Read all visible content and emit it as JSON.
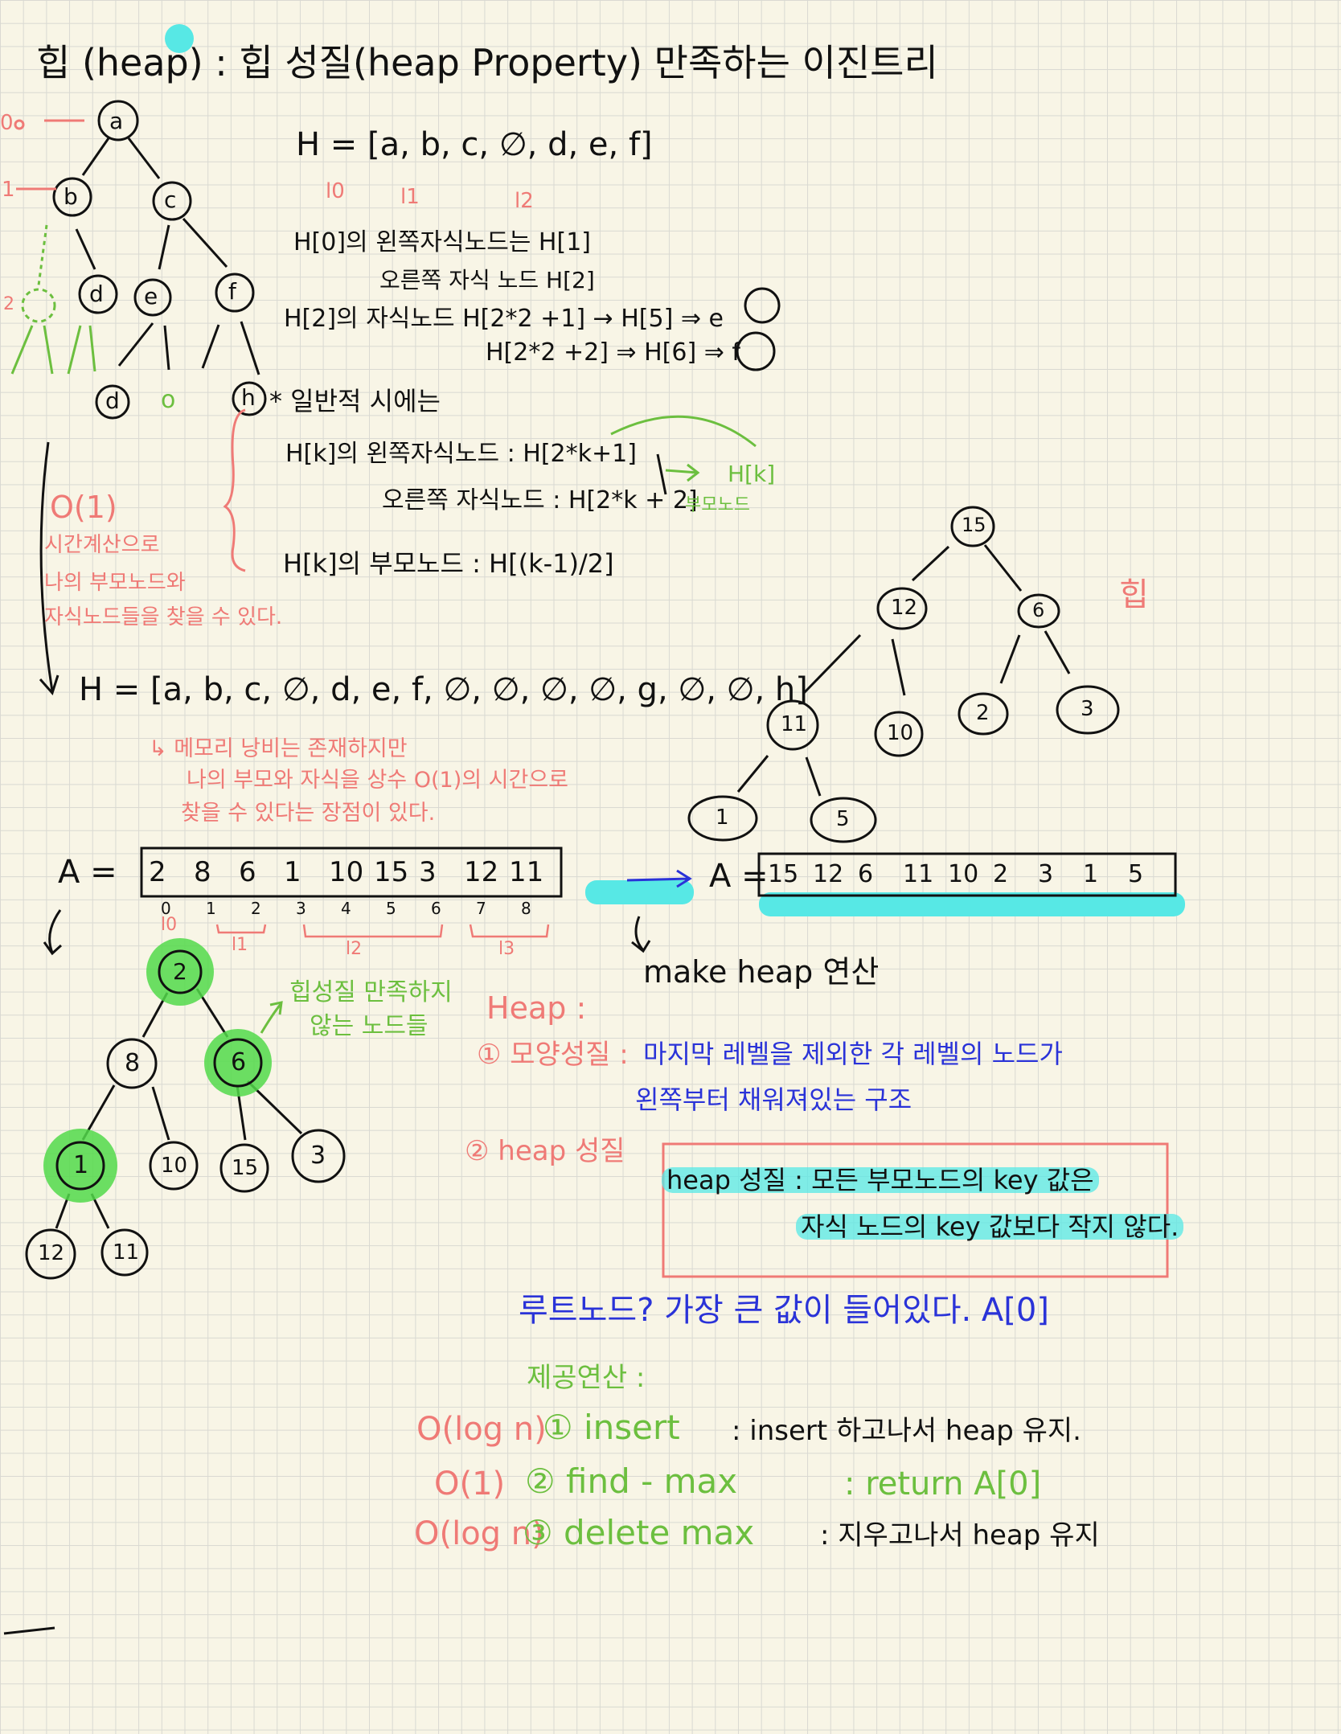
{
  "colors": {
    "paper": "#f8f5e6",
    "grid": "#d9d9d2",
    "ink": "#111111",
    "red": "#ef7a76",
    "green": "#6cbf3f",
    "blue": "#2a33d8",
    "highlight": "#57e8e5",
    "node_highlight": "#52d94a"
  },
  "title": "힙 (heap) : 힙 성질(heap Property) 만족하는 이진트리",
  "tree1": {
    "nodes": [
      "a",
      "b",
      "c",
      "d",
      "e",
      "f",
      "d",
      "o",
      "h"
    ],
    "level_marks": [
      "0",
      "1",
      "2"
    ]
  },
  "array_H1": {
    "text": "H = [a, b, c, ∅, d, e, f]",
    "levels": [
      "l0",
      "l1",
      "l2"
    ]
  },
  "index_notes": [
    "H[0]의 왼쪽자식노드는 H[1]",
    "오른쪽 자식 노드 H[2]",
    "H[2]의 자식노드  H[2*2 +1] → H[5] ⇒ e",
    "H[2*2 +2] ⇒ H[6] ⇒ f"
  ],
  "formula_header": "* 일반적 시에는",
  "formulas": [
    "H[k]의 왼쪽자식노드 : H[2*k+1]",
    "오른쪽 자식노드 : H[2*k + 2]",
    "H[k]의 부모노드 : H[(k-1)/2]"
  ],
  "parent_note": {
    "target": "H[k]",
    "label": "부모노드"
  },
  "o1_note": [
    "O(1)",
    "시간계산으로",
    "나의 부모노드와",
    "자식노드들을 찾을 수 있다."
  ],
  "array_H2": "H = [a, b, c, ∅, d, e, f, ∅, ∅, ∅, ∅, g, ∅, ∅, h]",
  "memory_note": [
    "↳ 메모리 낭비는 존재하지만",
    "나의 부모와 자식을 상수 O(1)의 시간으로",
    "찾을 수 있다는 장점이 있다."
  ],
  "array_A": {
    "label": "A =",
    "values": [
      "2",
      "8",
      "6",
      "1",
      "10",
      "15",
      "3",
      "12",
      "11"
    ],
    "indices": [
      "0",
      "1",
      "2",
      "3",
      "4",
      "5",
      "6",
      "7",
      "8"
    ],
    "levels": [
      "l0",
      "l1",
      "l2",
      "l3"
    ]
  },
  "array_A_heap": {
    "label": "A =",
    "values": [
      "15",
      "12",
      "6",
      "11",
      "10",
      "2",
      "3",
      "1",
      "5"
    ]
  },
  "tree_A_nodes": [
    "2",
    "8",
    "6",
    "1",
    "10",
    "15",
    "3",
    "12",
    "11"
  ],
  "tree_heap_nodes": [
    "15",
    "12",
    "6",
    "11",
    "10",
    "2",
    "3",
    "1",
    "5"
  ],
  "heap_tag": "힙",
  "make_heap": "make heap 연산",
  "leaf_note": [
    "힙성질 만족하지",
    "않는 노드들"
  ],
  "heap_header": "Heap :",
  "shape_property": {
    "title": "① 모양성질 :",
    "line1": "마지막 레벨을 제외한 각 레벨의 노드가",
    "line2": "왼쪽부터 채워져있는 구조"
  },
  "heap_property": {
    "title": "② heap 성질",
    "line1": "heap 성질 : 모든 부모노드의 key 값은",
    "line2": "자식 노드의 key 값보다 작지 않다."
  },
  "root_note": "루트노드? 가장 큰 값이 들어있다. A[0]",
  "ops_header": "제공연산 :",
  "ops": [
    {
      "complexity": "O(log n)",
      "name": "① insert",
      "desc": ": insert 하고나서 heap 유지."
    },
    {
      "complexity": "O(1)",
      "name": "② find - max",
      "desc": ": return A[0]"
    },
    {
      "complexity": "O(log n)",
      "name": "③ delete max",
      "desc": ": 지우고나서 heap 유지"
    }
  ]
}
